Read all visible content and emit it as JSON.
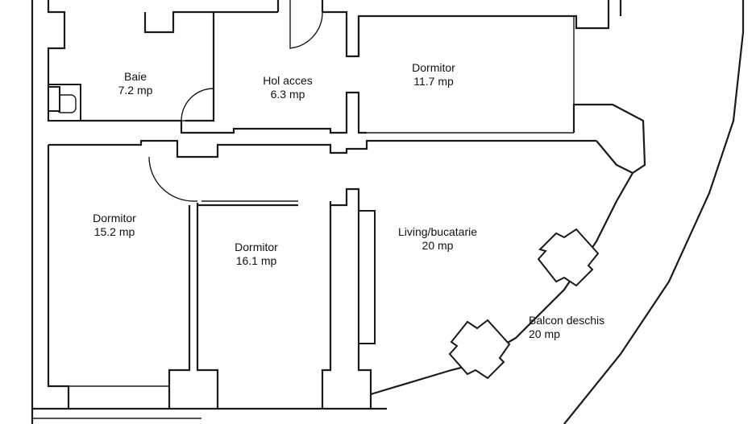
{
  "rooms": {
    "baie": {
      "name": "Baie",
      "area": "7.2 mp"
    },
    "hol": {
      "name": "Hol acces",
      "area": "6.3 mp"
    },
    "dormitor_top": {
      "name": "Dormitor",
      "area": "11.7 mp"
    },
    "dormitor_left": {
      "name": "Dormitor",
      "area": "15.2 mp"
    },
    "dormitor_mid": {
      "name": "Dormitor",
      "area": "16.1 mp"
    },
    "living": {
      "name": "Living/bucatarie",
      "area": "20 mp"
    },
    "balcon": {
      "name": "Balcon deschis",
      "area": "20  mp"
    }
  }
}
